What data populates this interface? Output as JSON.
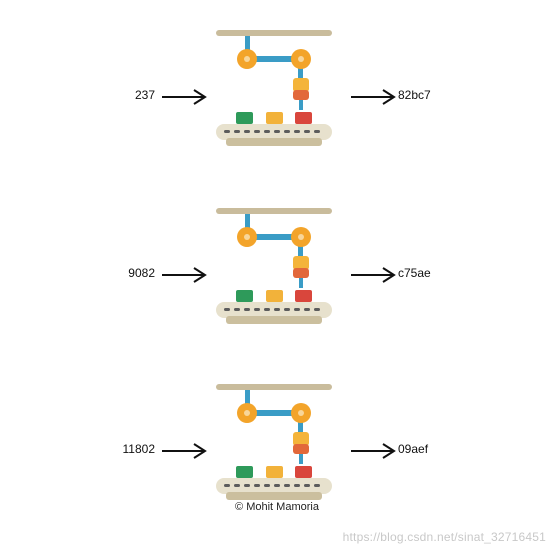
{
  "rows": [
    {
      "input": "237",
      "output": "82bc7"
    },
    {
      "input": "9082",
      "output": "c75ae"
    },
    {
      "input": "11802",
      "output": "09aef"
    }
  ],
  "credit": "© Mohit Mamoria",
  "watermark": "https://blog.csdn.net/sinat_32716451",
  "colors": {
    "rail": "#c9bc9c",
    "arm": "#3a9cc6",
    "joint": "#f3a42a",
    "joint_center": "#f8d69a",
    "gripper_top": "#f4b43a",
    "gripper_bottom": "#e2683a",
    "belt": "#e7e1cd",
    "belt_base": "#cbbf9e",
    "belt_slot": "#5c5c5c",
    "box_green": "#2e9a5a",
    "box_yellow": "#f2b23a",
    "box_red": "#d9463c"
  }
}
